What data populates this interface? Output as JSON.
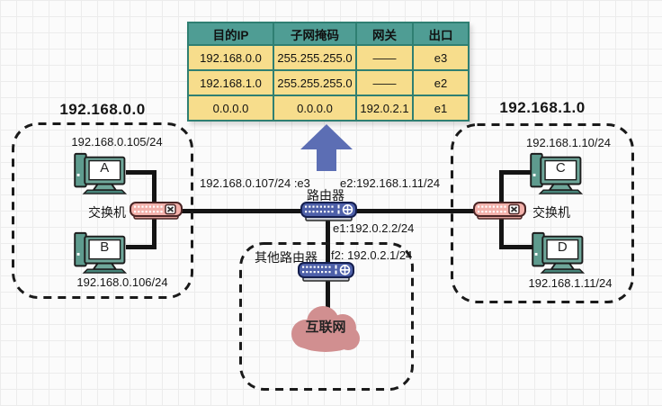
{
  "routing_table": {
    "headers": [
      "目的IP",
      "子网掩码",
      "网关",
      "出口"
    ],
    "rows": [
      [
        "192.168.0.0",
        "255.255.255.0",
        "——",
        "e3"
      ],
      [
        "192.168.1.0",
        "255.255.255.0",
        "——",
        "e2"
      ],
      [
        "0.0.0.0",
        "0.0.0.0",
        "192.0.2.1",
        "e1"
      ]
    ]
  },
  "subnets": {
    "left": {
      "title": "192.168.0.0",
      "switch_label": "交换机",
      "hosts": [
        {
          "name": "A",
          "ip": "192.168.0.105/24"
        },
        {
          "name": "B",
          "ip": "192.168.0.106/24"
        }
      ]
    },
    "right": {
      "title": "192.168.1.0",
      "switch_label": "交换机",
      "hosts": [
        {
          "name": "C",
          "ip": "192.168.1.10/24"
        },
        {
          "name": "D",
          "ip": "192.168.1.11/24"
        }
      ]
    }
  },
  "router": {
    "label": "路由器",
    "e3_label": "192.168.0.107/24 :e3",
    "e2_label": "e2:192.168.1.11/24",
    "e1_label": "e1:192.0.2.2/24"
  },
  "other_router": {
    "label": "其他路由器",
    "f2_label": "f2: 192.0.2.1/24"
  },
  "internet": {
    "label": "互联网"
  },
  "colors": {
    "table_header": "#4f9d94",
    "table_cell": "#f7dd8c",
    "table_border": "#2f7f72",
    "router_body": "#4e60a9",
    "switch_body": "#f3b1ab",
    "computer_body": "#6fa79a",
    "cloud": "#d18f90",
    "arrow": "#5c6eb4",
    "wire": "#141414"
  }
}
